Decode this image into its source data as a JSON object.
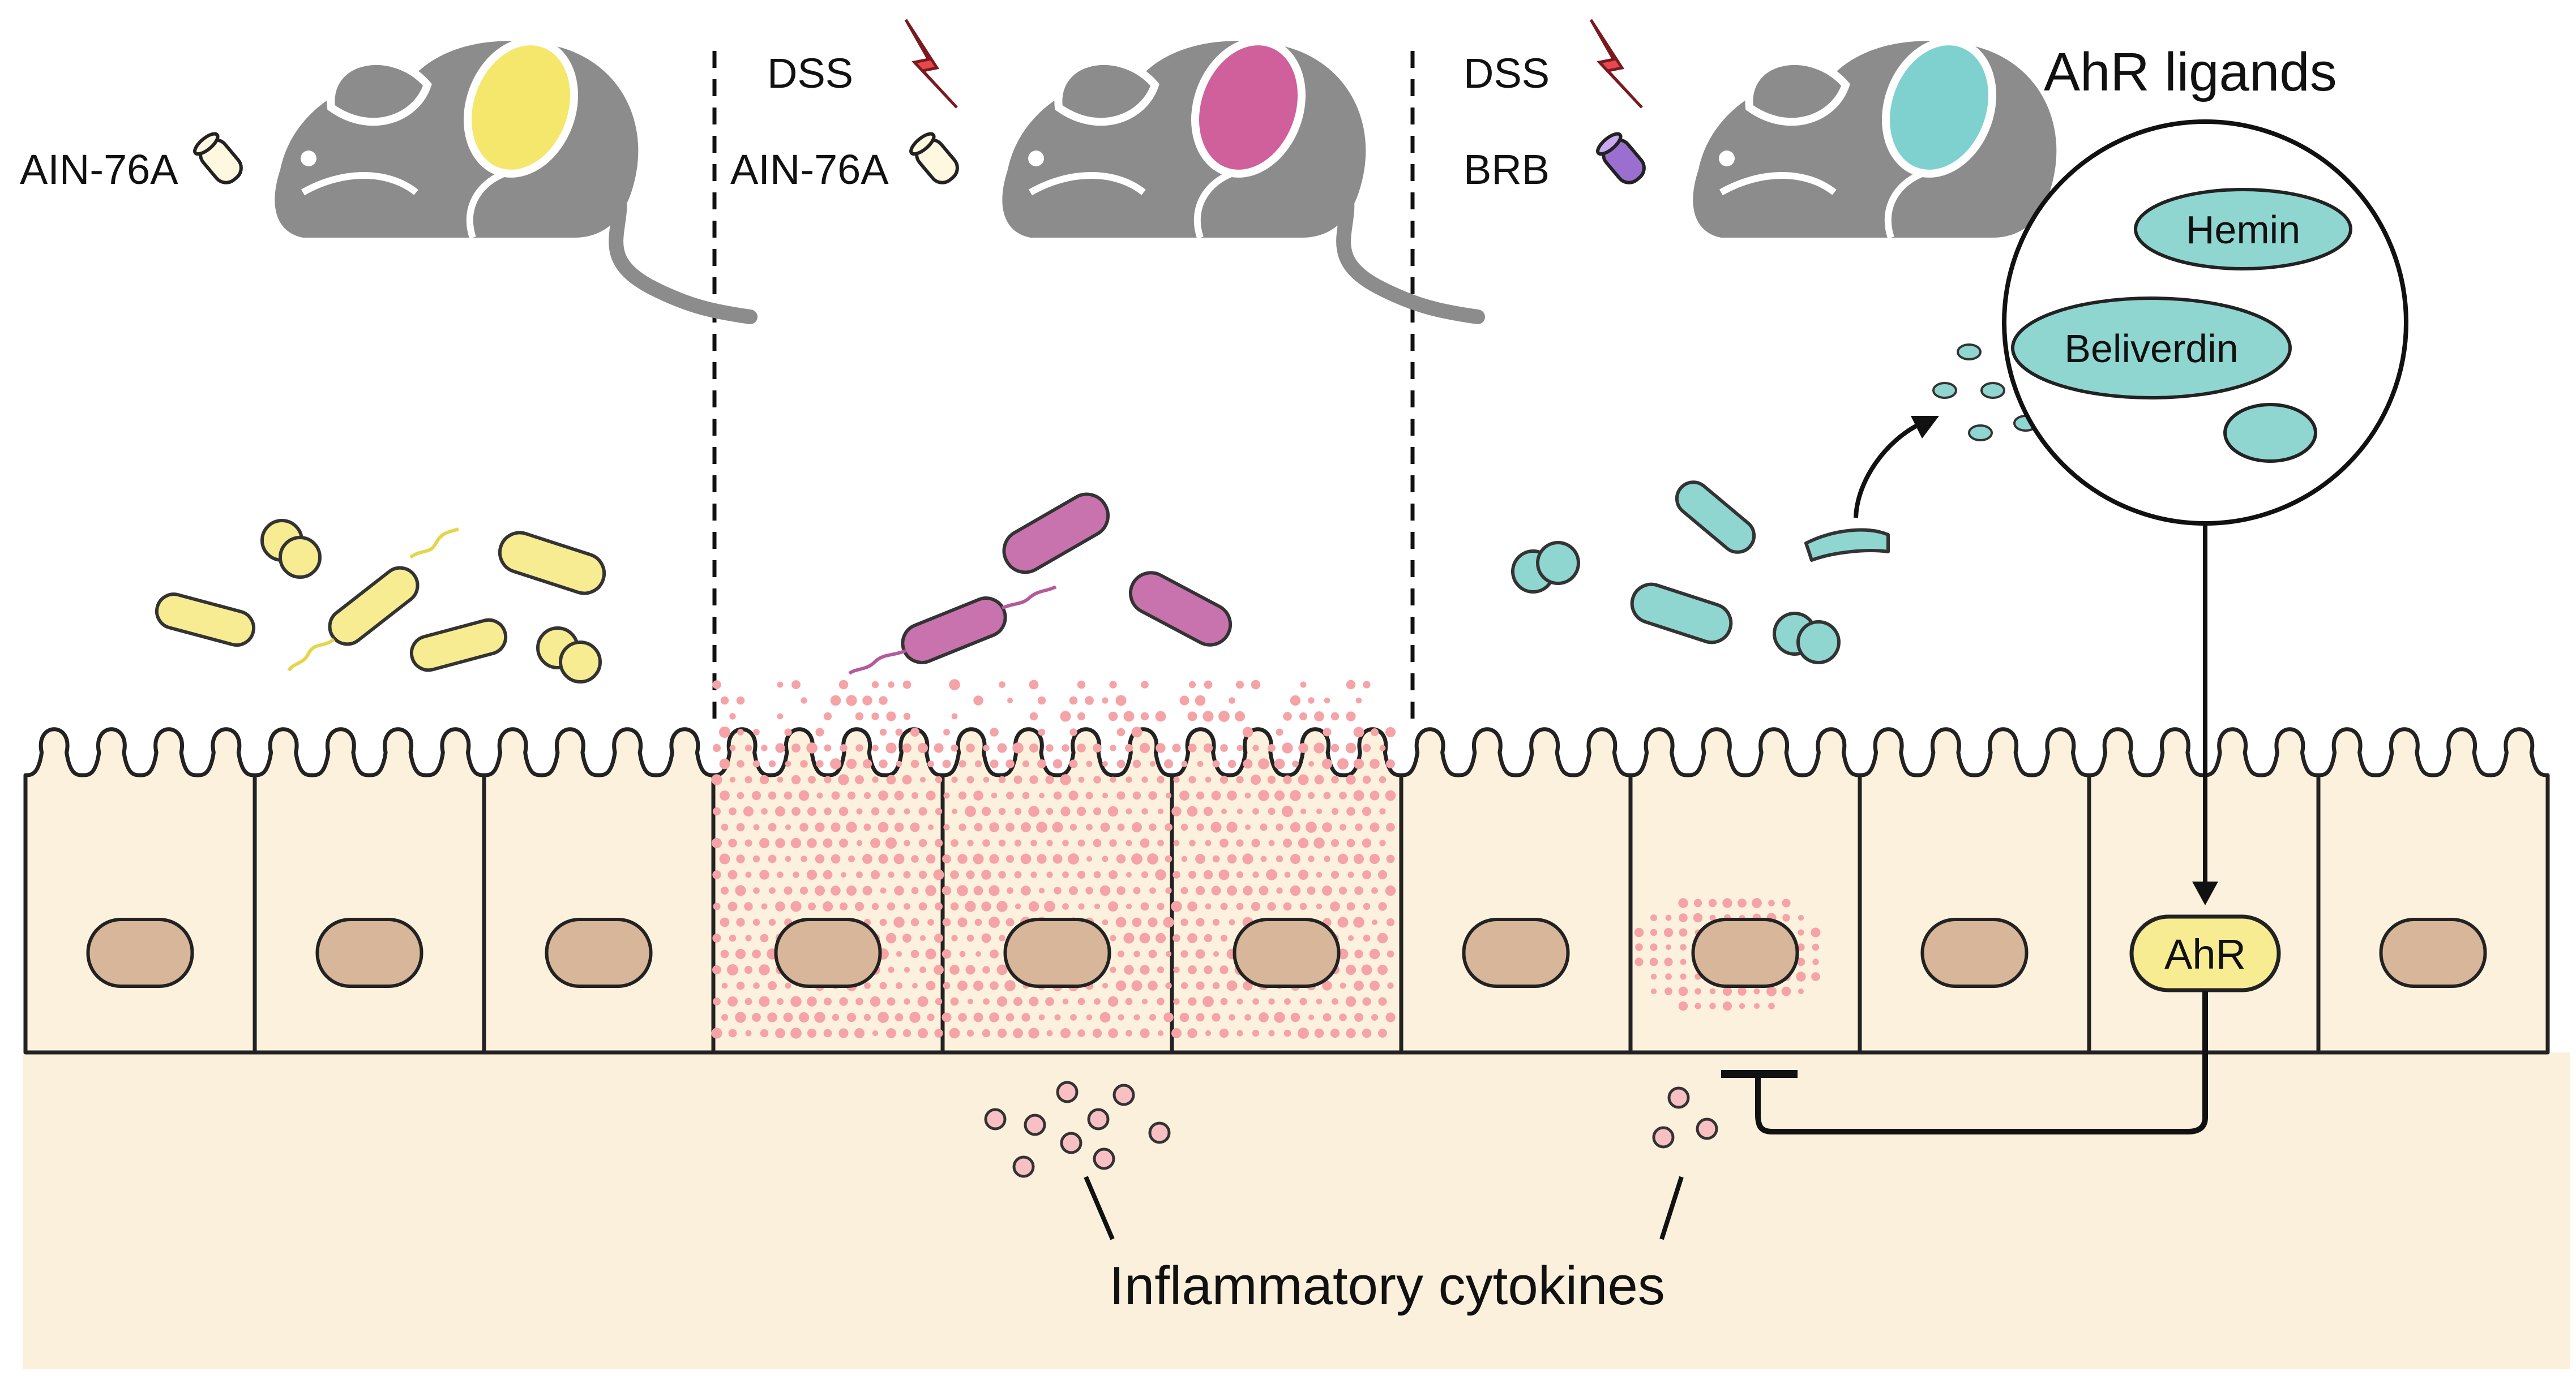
{
  "panels": [
    {
      "treatment_lines": [
        "AIN-76A"
      ],
      "mouse_patch_color": "#f5e76b",
      "bacteria_color": "#f7ec92"
    },
    {
      "treatment_lines": [
        "DSS",
        "AIN-76A"
      ],
      "mouse_patch_color": "#d0609c",
      "bacteria_color": "#c873ad"
    },
    {
      "treatment_lines": [
        "DSS",
        "BRB"
      ],
      "mouse_patch_color": "#7fd1cf",
      "bacteria_color": "#8fd5d0"
    }
  ],
  "ligands": {
    "title": "AhR ligands",
    "items": [
      "Hemin",
      "Beliverdin"
    ]
  },
  "receptor_label": "AhR",
  "cytokine_label": "Inflammatory cytokines",
  "colors": {
    "mouse": "#8c8c8c",
    "cell_fill": "#fcf1dd",
    "lamina": "#fbf0dc",
    "nucleus": "#d7b69a",
    "inflammation_dot": "#f5a3a6",
    "ahr_fill": "#f7ec92",
    "dss_bolt": "#e8474f",
    "brb_pill": "#9a6fd0"
  }
}
